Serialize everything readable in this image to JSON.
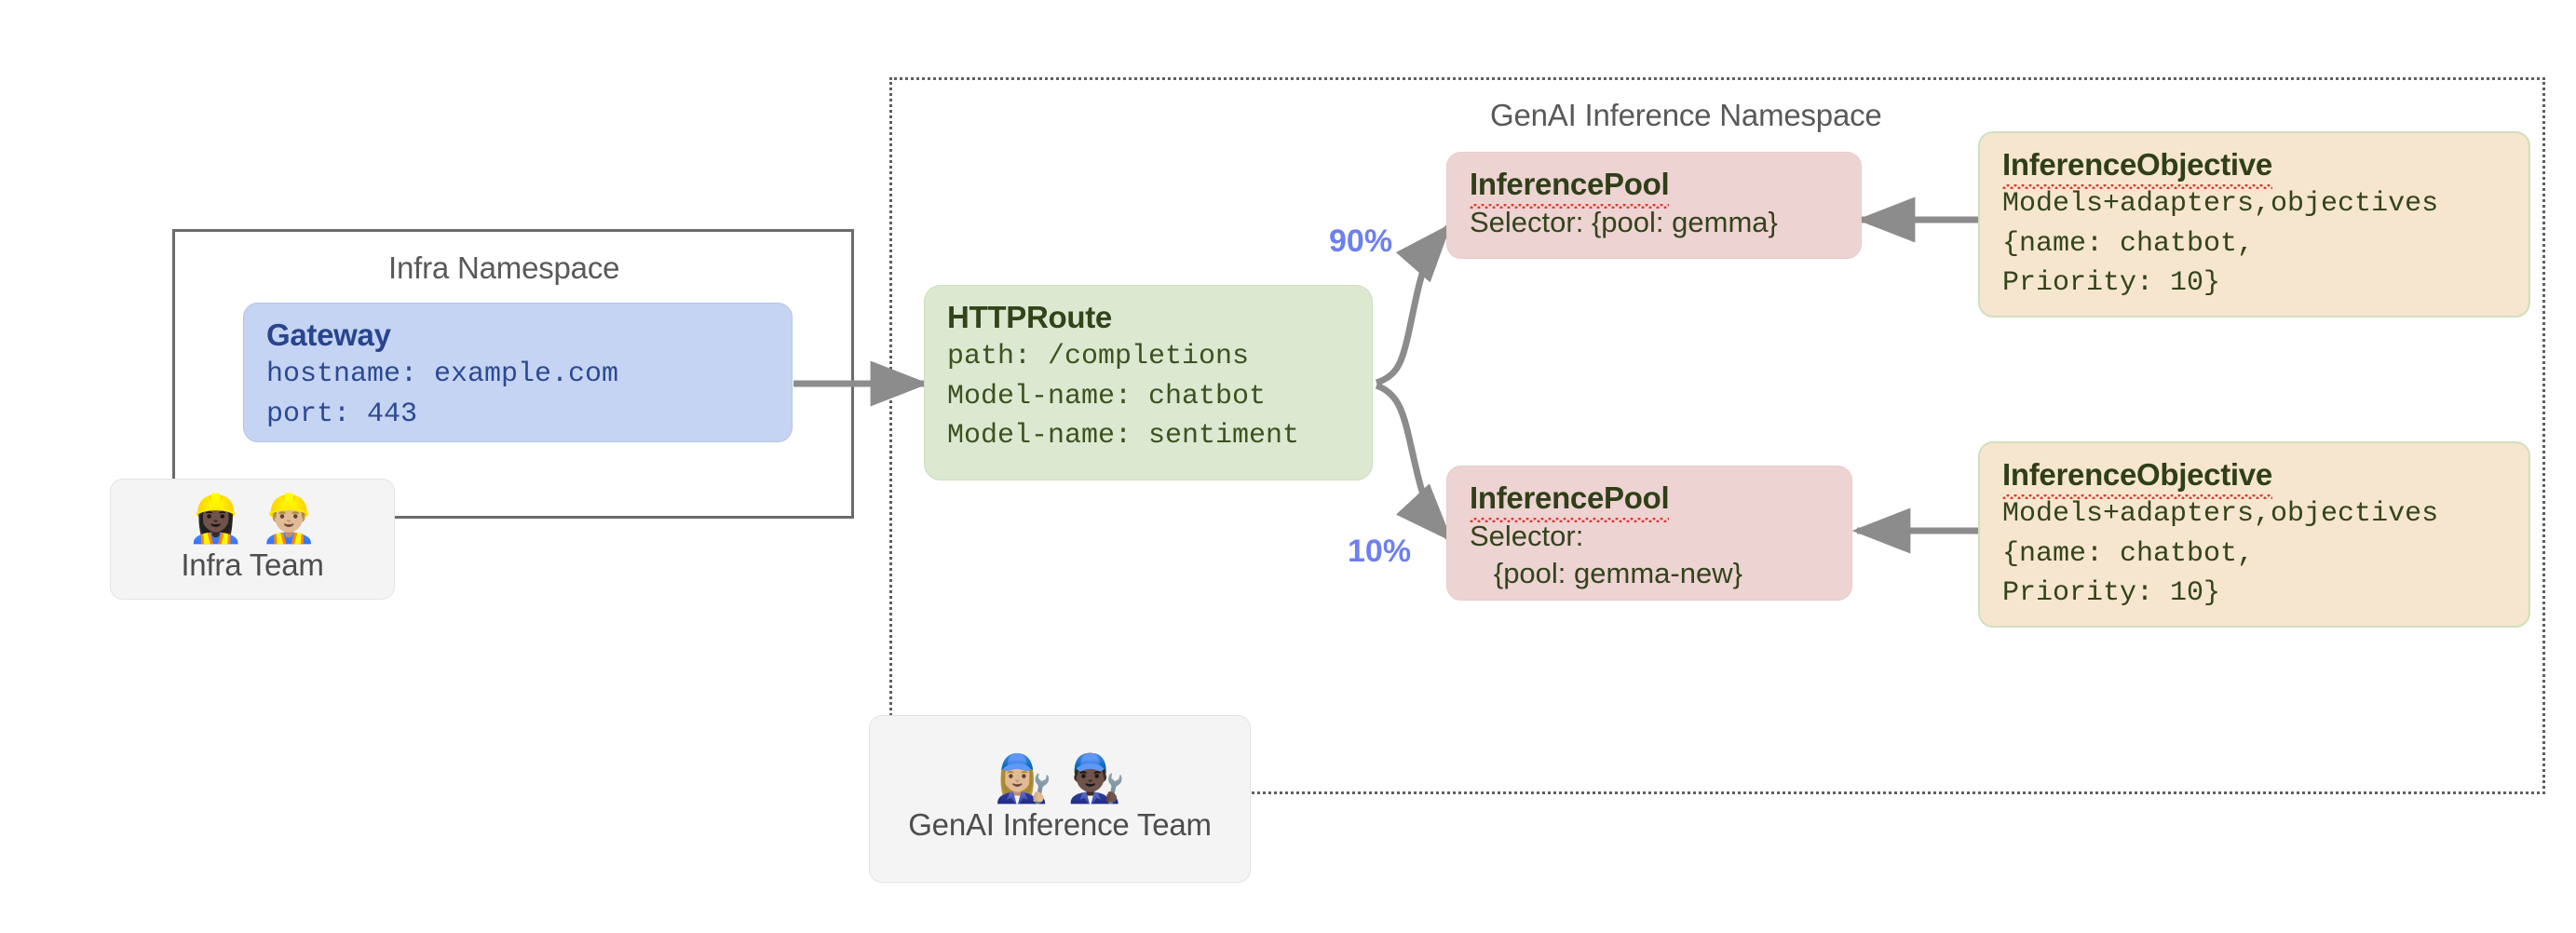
{
  "diagram": {
    "title_visible": false
  },
  "namespaces": {
    "infra": {
      "label": "Infra Namespace"
    },
    "genai": {
      "label": "GenAI Inference Namespace"
    }
  },
  "nodes": {
    "gateway": {
      "title": "Gateway",
      "lines": [
        "hostname: example.com",
        "port: 443"
      ]
    },
    "httproute": {
      "title": "HTTPRoute",
      "lines": [
        "path: /completions",
        "Model-name: chatbot",
        "Model-name: sentiment"
      ]
    },
    "pool_top": {
      "title": "InferencePool",
      "lines": [
        "Selector: {pool: gemma}"
      ]
    },
    "pool_bottom": {
      "title": "InferencePool",
      "lines": [
        "Selector:",
        "   {pool: gemma-new}"
      ]
    },
    "objective_top": {
      "title": "InferenceObjective",
      "lines": [
        "Models+adapters,objectives",
        "{name: chatbot,",
        "Priority: 10}"
      ]
    },
    "objective_bottom": {
      "title": "InferenceObjective",
      "lines": [
        "Models+adapters,objectives",
        "{name: chatbot,",
        "Priority: 10}"
      ]
    }
  },
  "teams": {
    "infra": {
      "label": "Infra Team",
      "emoji": "👷🏿‍♀️👷🏼‍♂️"
    },
    "genai": {
      "label": "GenAI Inference Team",
      "emoji": "👩🏼‍🔧👨🏿‍🔧"
    }
  },
  "edges": {
    "gateway_to_route": {
      "label": ""
    },
    "route_to_pool_top": {
      "label": "90%"
    },
    "route_to_pool_bottom": {
      "label": "10%"
    },
    "objective_top_to_pool_top": {
      "label": ""
    },
    "objective_bottom_to_pool_bottom": {
      "label": ""
    }
  },
  "colors": {
    "gateway_fill": "#c6d4f3",
    "httproute_fill": "#dce8d0",
    "pool_fill": "#eed3d3",
    "objective_fill": "#f6e6cf",
    "edge_stroke": "#8c8c8c",
    "edge_label": "#6d80ef",
    "namespace_border": "#5f5f5f",
    "team_fill": "#f4f4f4"
  }
}
